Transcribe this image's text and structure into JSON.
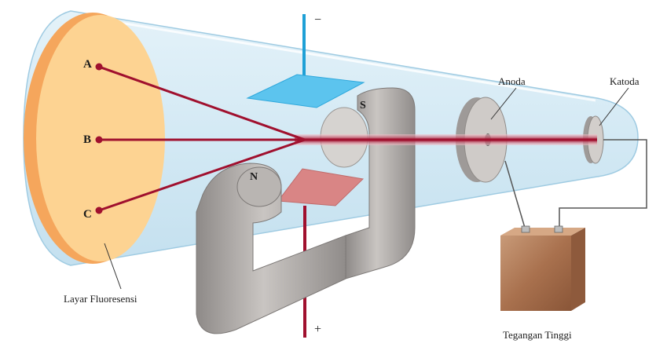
{
  "labels": {
    "point_a": "A",
    "point_b": "B",
    "point_c": "C",
    "anode": "Anoda",
    "cathode": "Katoda",
    "magnet_north": "N",
    "magnet_south": "S",
    "screen": "Layar Fluoresensi",
    "high_voltage": "Tegangan Tinggi",
    "plate_negative": "−",
    "plate_positive": "+"
  },
  "colors": {
    "beam": "#a0102e",
    "top_plate": "#5cc4ee",
    "bottom_plate": "#d98585",
    "screen": "#fdd392",
    "screen_rim": "#f5a65c",
    "tube": "#d8ecf6",
    "magnet": "#a9a5a3",
    "battery": "#b07c5a"
  }
}
